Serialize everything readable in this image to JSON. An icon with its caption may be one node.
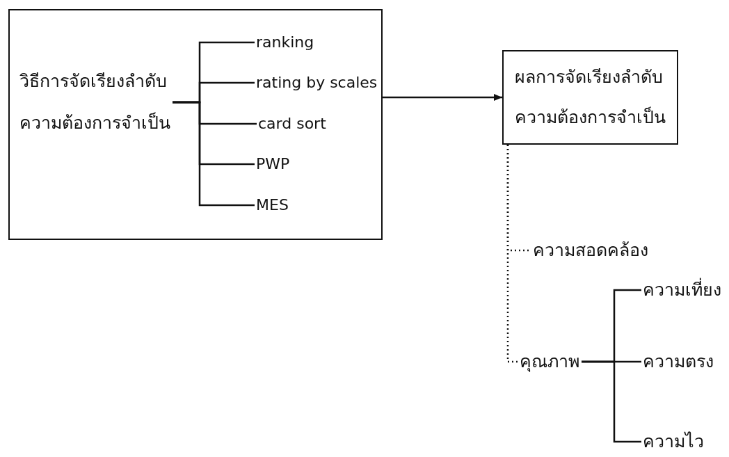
{
  "diagram": {
    "nodes": [
      {
        "text": [],
        "shape": "box"
      },
      {
        "text": [
          "วิธีการจัดเรียงลำดับ ความต้องการจำเป็น"
        ],
        "in": 0
      },
      {
        "text": [
          "ranking"
        ],
        "in": 0
      },
      {
        "text": [
          "rating by scales"
        ],
        "in": 0
      },
      {
        "text": [
          "card sort"
        ],
        "in": 0
      },
      {
        "text": [
          "PWP"
        ],
        "in": 0
      },
      {
        "text": [
          "MES"
        ],
        "in": 0
      },
      {
        "text": [
          "ผลการจัดเรียงลำดับ ความต้องการจำเป็น"
        ]
      },
      {
        "text": [
          "ความสอดคล้อง"
        ]
      },
      {
        "text": [
          "คุณภาพ"
        ]
      },
      {
        "text": [
          "ความเที่ยง"
        ]
      },
      {
        "text": [
          "ความตรง"
        ]
      },
      {
        "text": [
          "ความไว"
        ]
      }
    ],
    "edges": [
      {
        "from": 1,
        "to": 2,
        "arrow": "none"
      },
      {
        "from": 1,
        "to": 3,
        "arrow": "none"
      },
      {
        "from": 1,
        "to": 4,
        "arrow": "none"
      },
      {
        "from": 1,
        "to": 5,
        "arrow": "none"
      },
      {
        "from": 1,
        "to": 6,
        "arrow": "none"
      },
      {
        "from": 0,
        "to": 7,
        "arrow": "to"
      },
      {
        "from": 7,
        "to": 8,
        "arrow": "none",
        "style": "dashed"
      },
      {
        "from": 7,
        "to": 9,
        "arrow": "none",
        "style": "dashed"
      },
      {
        "from": 9,
        "to": 10,
        "arrow": "none"
      },
      {
        "from": 9,
        "to": 11,
        "arrow": "none"
      },
      {
        "from": 9,
        "to": 12,
        "arrow": "none"
      }
    ]
  }
}
